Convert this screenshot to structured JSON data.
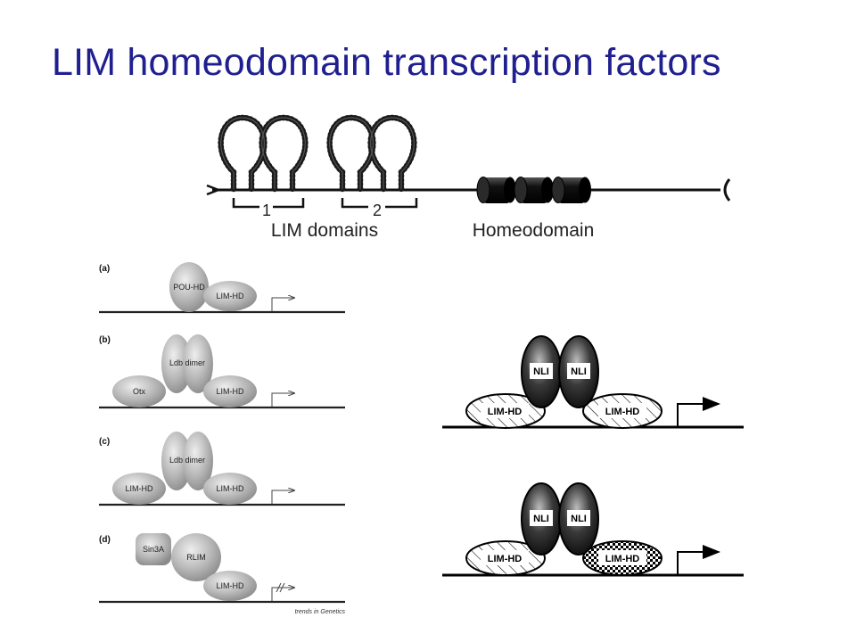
{
  "title": "LIM homeodomain transcription factors",
  "top_diagram": {
    "lim_numbers": [
      "1",
      "2"
    ],
    "lim_label": "LIM domains",
    "homeo_label": "Homeodomain"
  },
  "panels": {
    "a": {
      "label": "(a)",
      "pou": "POU-HD",
      "lim": "LIM-HD"
    },
    "b": {
      "label": "(b)",
      "ldb": "Ldb dimer",
      "otx": "Otx",
      "lim": "LIM-HD"
    },
    "c": {
      "label": "(c)",
      "ldb": "Ldb dimer",
      "lim_left": "LIM-HD",
      "lim_right": "LIM-HD"
    },
    "d": {
      "label": "(d)",
      "sin3a": "Sin3A",
      "rlim": "RLIM",
      "lim": "LIM-HD"
    },
    "credit": "trends in Genetics"
  },
  "right_diagrams": {
    "upper": {
      "nli_left": "NLI",
      "nli_right": "NLI",
      "lim_left": "LIM-HD",
      "lim_right": "LIM-HD"
    },
    "lower": {
      "nli_left": "NLI",
      "nli_right": "NLI",
      "lim_left": "LIM-HD",
      "lim_right": "LIM-HD"
    }
  }
}
